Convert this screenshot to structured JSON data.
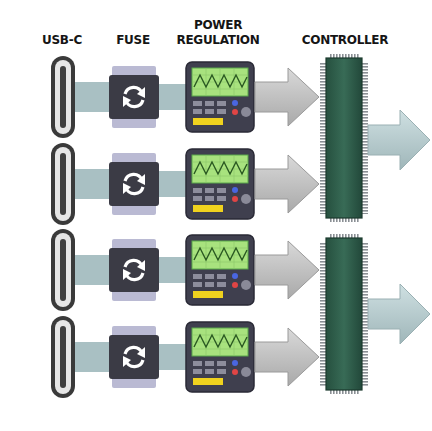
{
  "diagram": {
    "labels": [
      "USB-C",
      "FUSE",
      "POWER REGULATION",
      "CONTROLLER"
    ]
  }
}
